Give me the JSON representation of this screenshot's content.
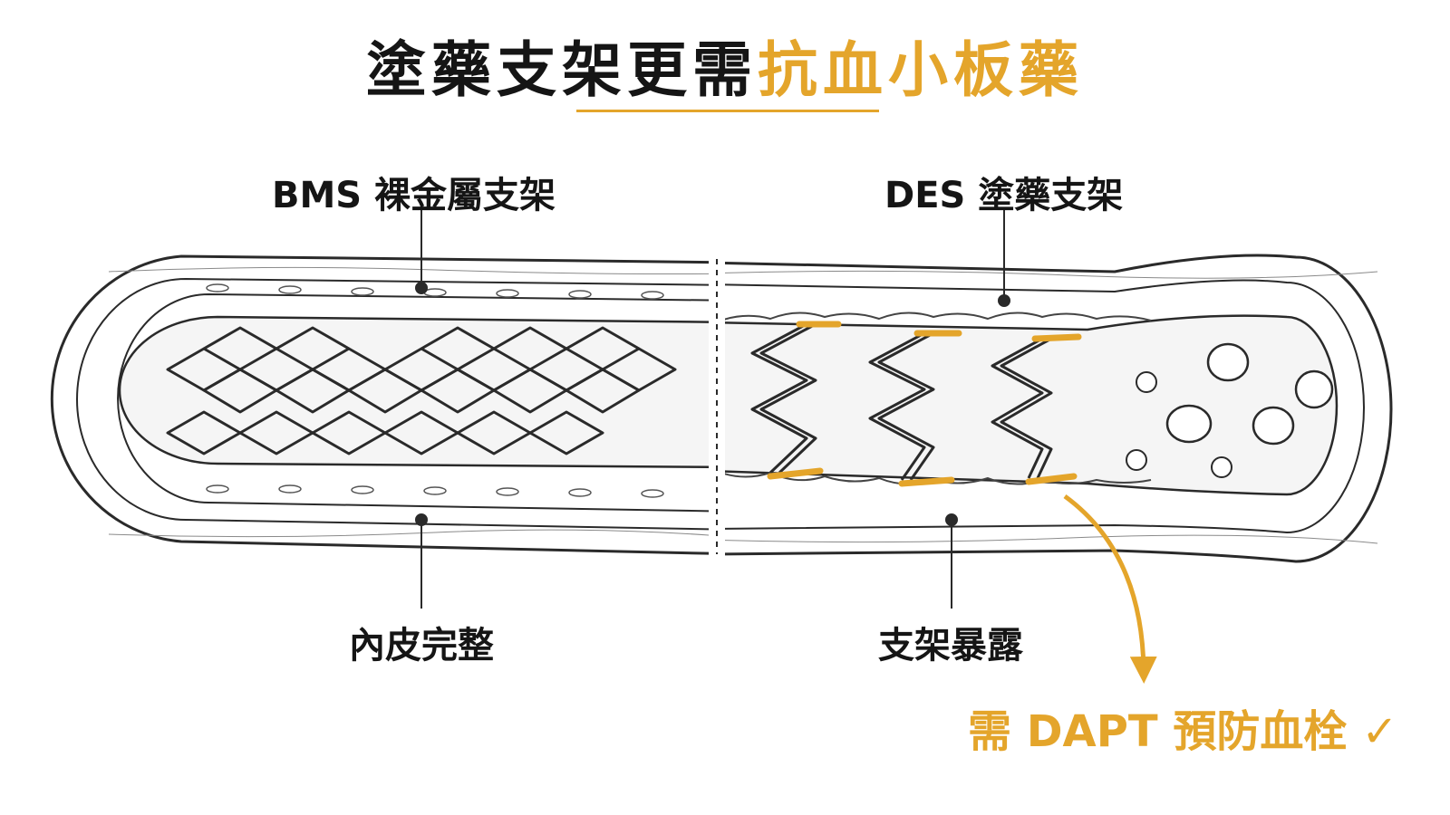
{
  "title": {
    "dark_part": "塗藥支架更需",
    "gold_part": "抗血小板藥"
  },
  "labels": {
    "bms": "BMS 裸金屬支架",
    "des": "DES 塗藥支架",
    "endothelium": "內皮完整",
    "exposed": "支架暴露"
  },
  "callout": {
    "text": "需 DAPT 預防血栓",
    "check": "✓"
  },
  "colors": {
    "accent": "#e4a52b",
    "text": "#151515",
    "line": "#2a2a2a"
  }
}
